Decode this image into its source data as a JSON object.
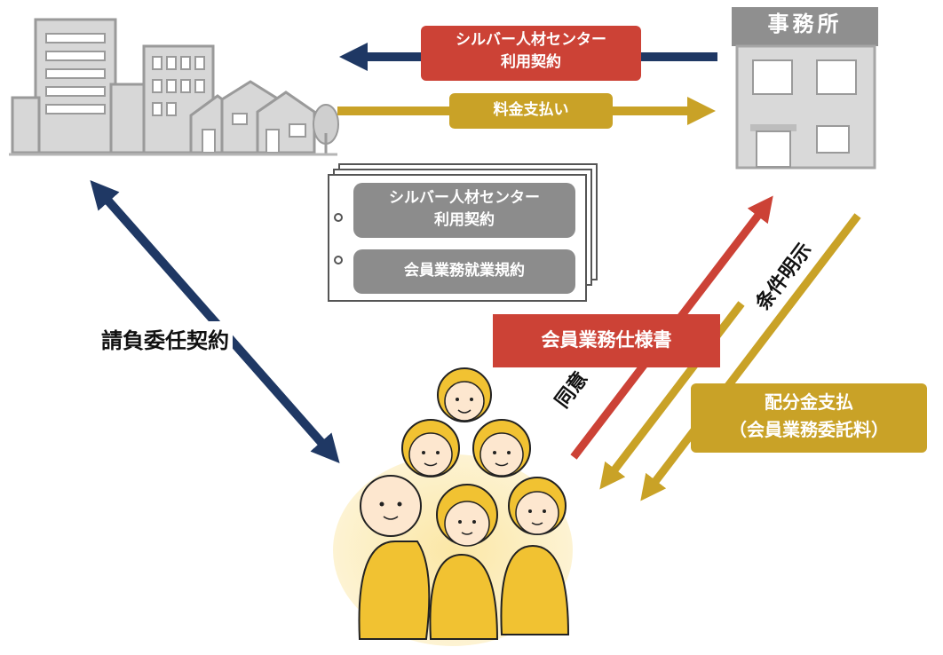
{
  "office": {
    "sign": "事務所"
  },
  "arrows": {
    "contract_label_line1": "シルバー人材センター",
    "contract_label_line2": "利用契約",
    "payment_label": "料金支払い"
  },
  "documents": {
    "doc1_line1": "シルバー人材センター",
    "doc1_line2": "利用契約",
    "doc2": "会員業務就業規約"
  },
  "left_contract": "請負委任契約",
  "spec": "会員業務仕様書",
  "consent": "同意",
  "conditions": "条件明示",
  "distribution": {
    "line1": "配分金支払",
    "line2": "（会員業務委託料）"
  },
  "colors": {
    "navy": "#1f3864",
    "gold": "#c9a227",
    "red": "#cc4236",
    "gray_building": "#dcdcdc",
    "doc_gray": "#8c8c8c",
    "member_yellow": "#f1c232"
  }
}
